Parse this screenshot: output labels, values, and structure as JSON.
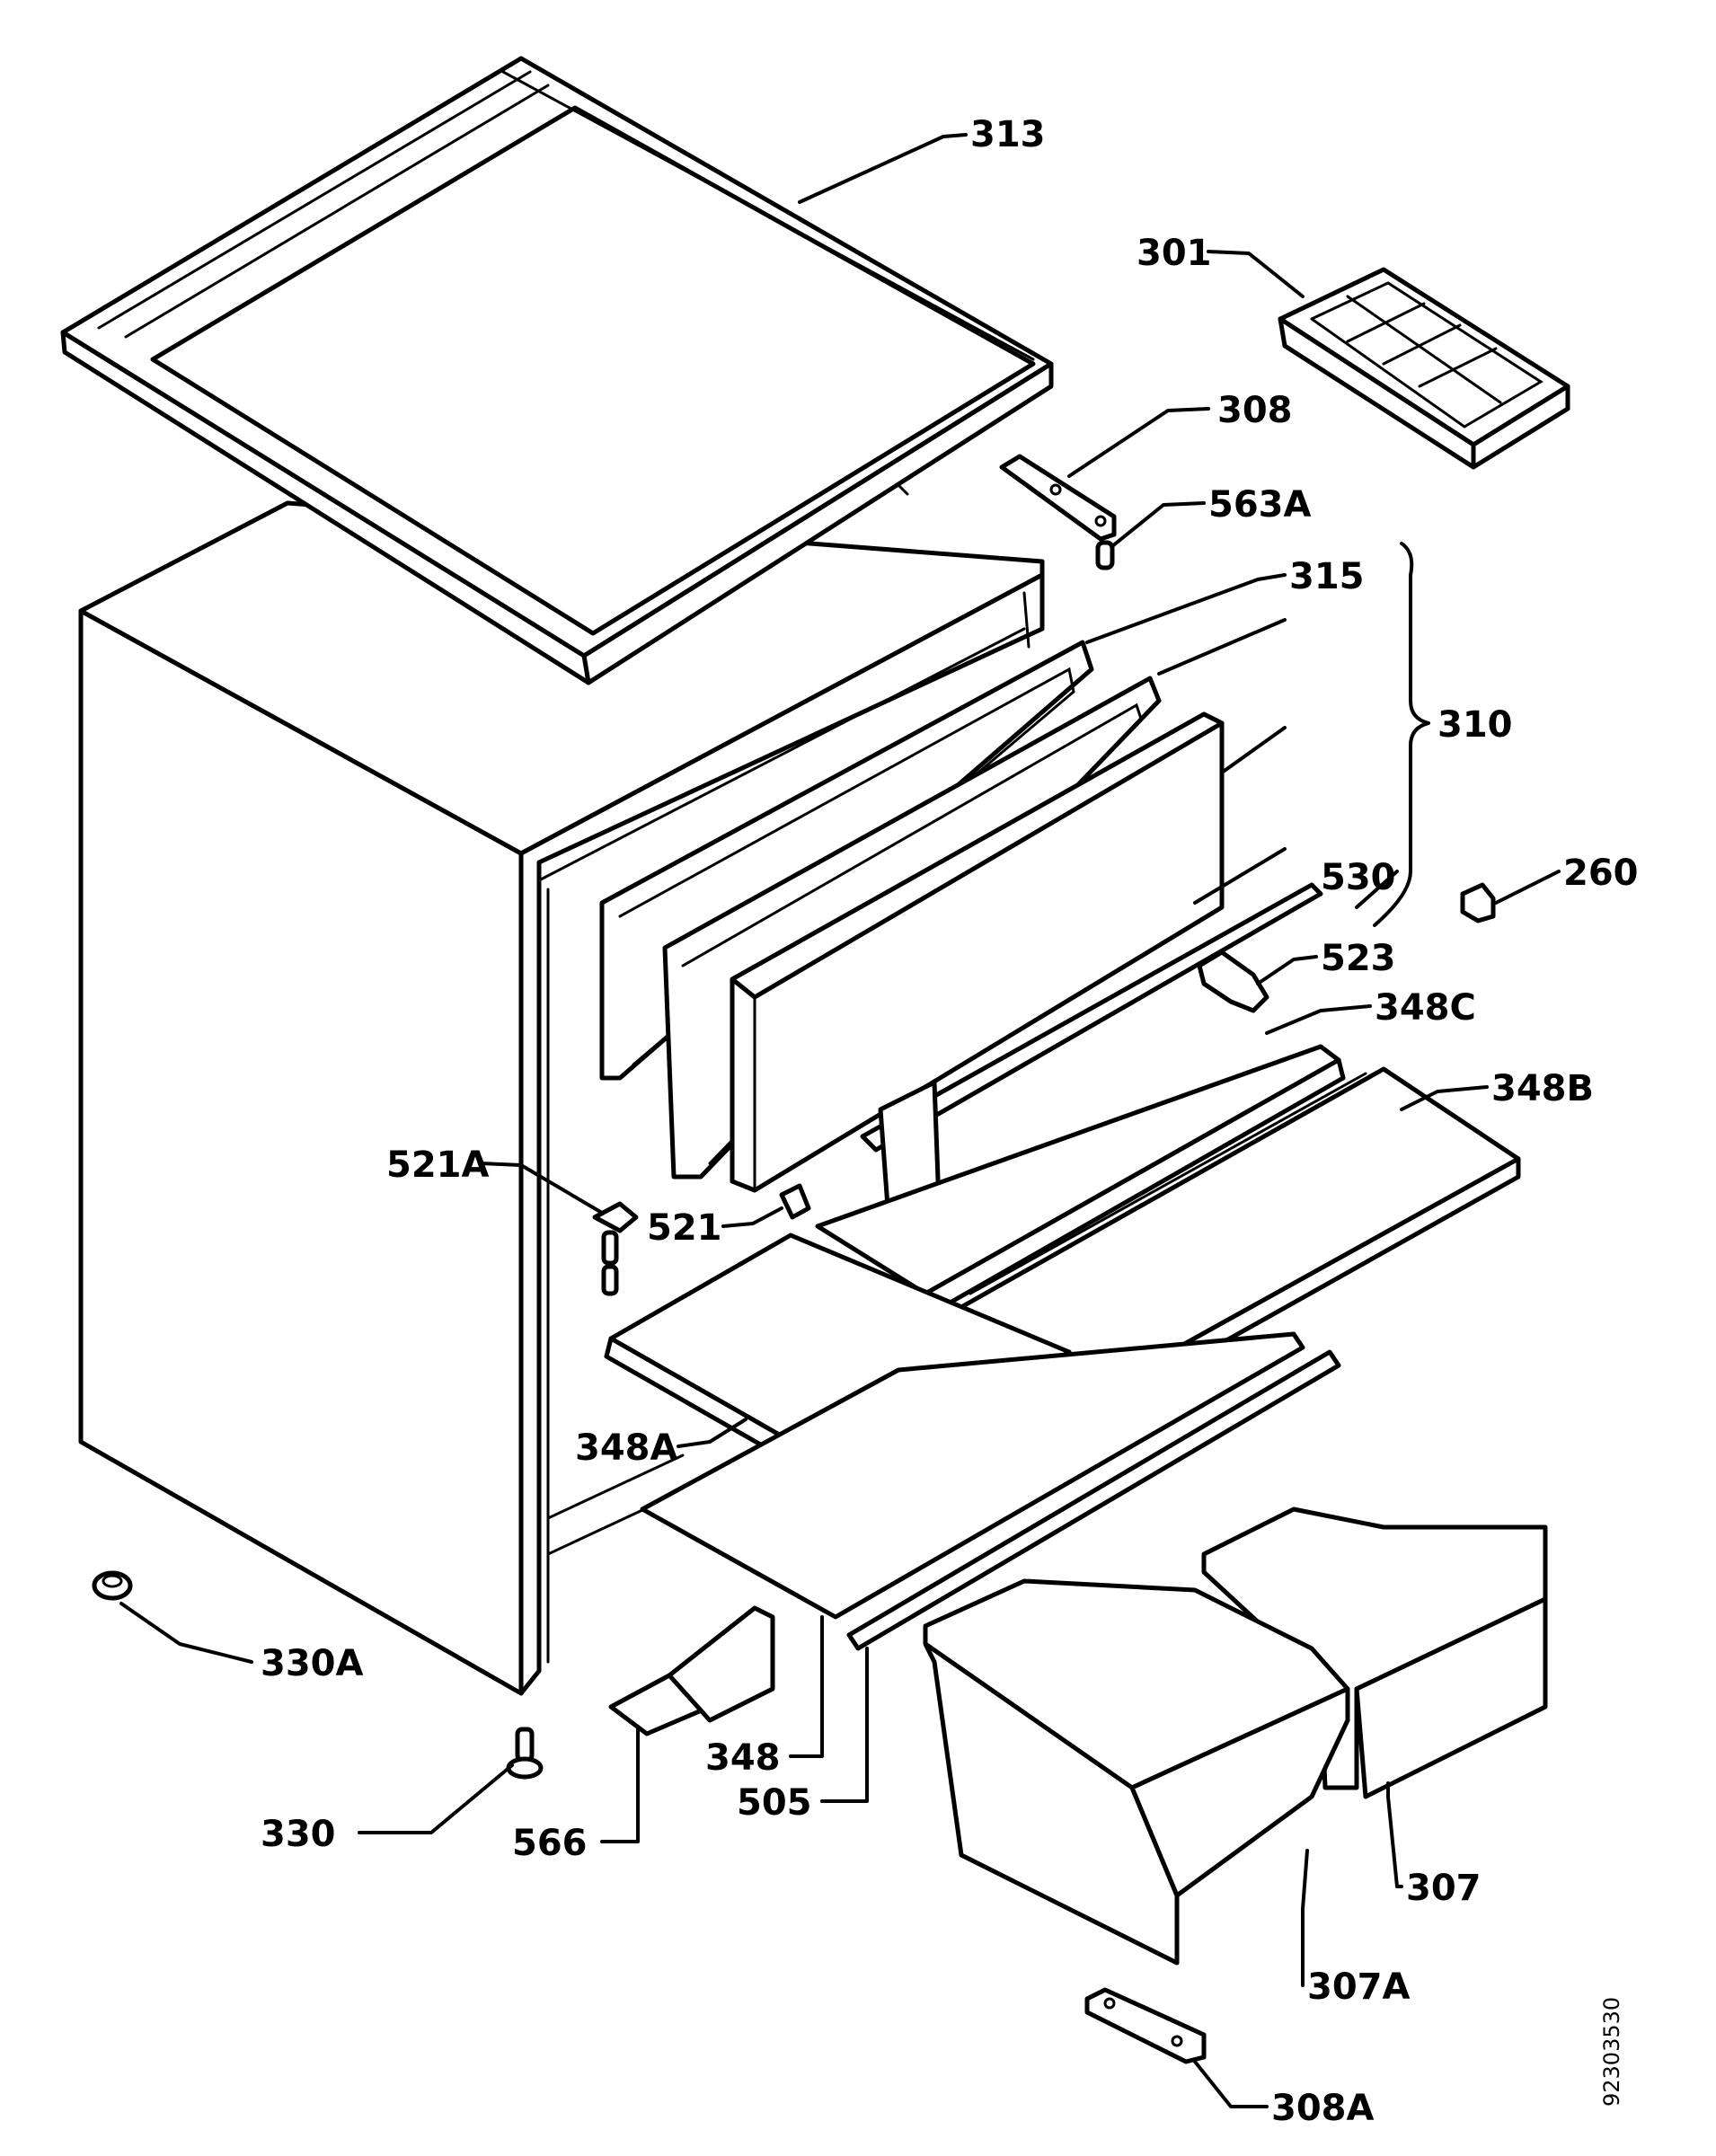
{
  "labels": {
    "l313": "313",
    "l301": "301",
    "l308": "308",
    "l563A": "563A",
    "l315": "315",
    "l310": "310",
    "l530": "530",
    "l260": "260",
    "l523": "523",
    "l348C": "348C",
    "l348B": "348B",
    "l521A": "521A",
    "l521": "521",
    "l348A": "348A",
    "l330A": "330A",
    "l348": "348",
    "l505": "505",
    "l330": "330",
    "l566": "566",
    "l307": "307",
    "l307A": "307A",
    "l308A": "308A"
  },
  "document_number": "92303530"
}
